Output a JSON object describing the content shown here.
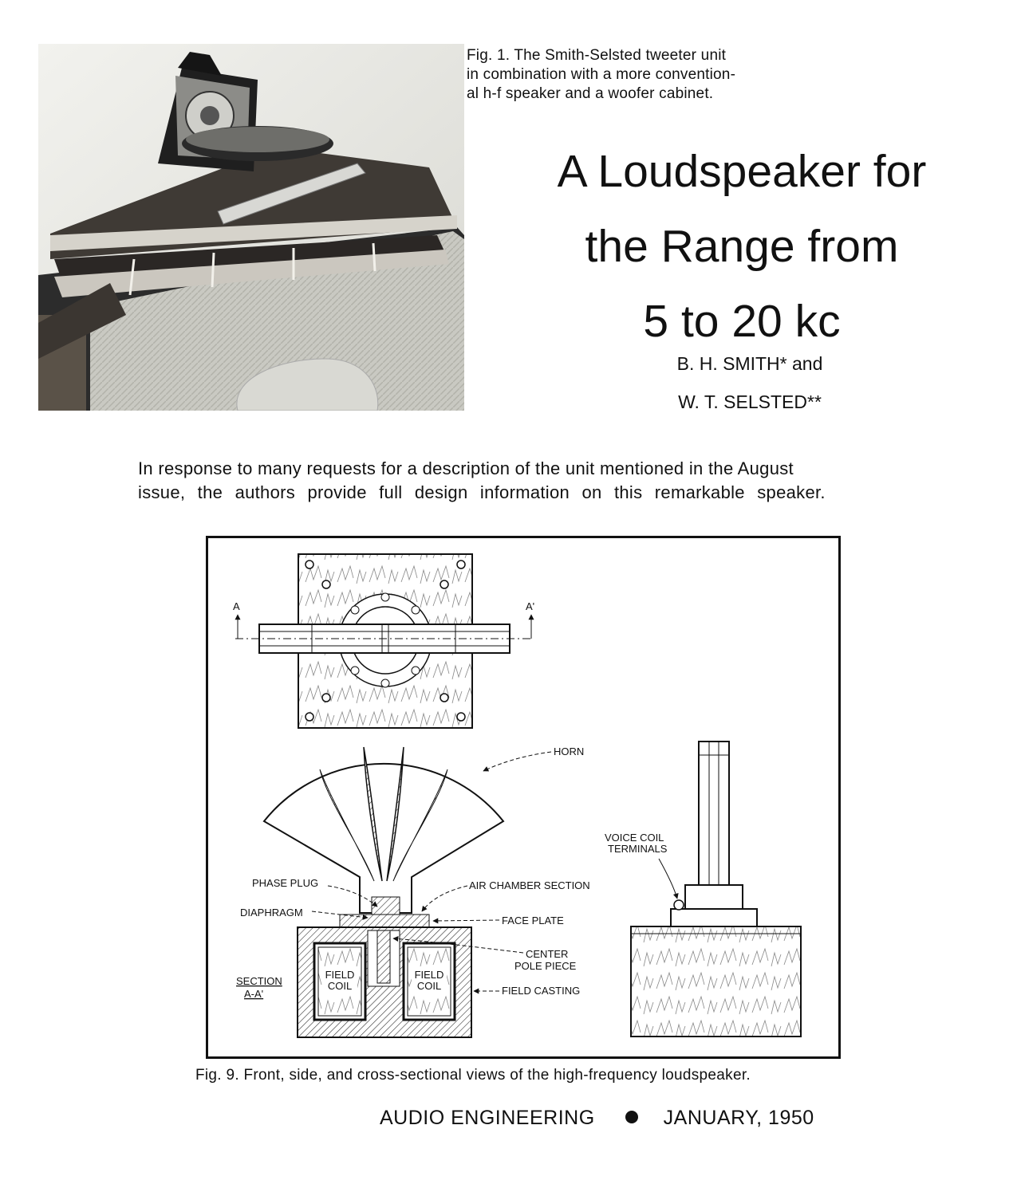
{
  "fig1": {
    "caption_lines": [
      "Fig. 1.  The Smith-Selsted tweeter unit",
      "in combination with a more convention-",
      "al h-f speaker and a woofer cabinet."
    ]
  },
  "article": {
    "title_lines": [
      "A Loudspeaker for",
      "the Range from",
      "5 to 20 kc"
    ],
    "author1": "B. H. SMITH* and",
    "author2": "W. T. SELSTED**",
    "abstract_lines": [
      "In response to many requests for a description of the unit mentioned in the August",
      "issue, the authors provide full design information on this remarkable speaker."
    ]
  },
  "diagram": {
    "labels": {
      "section_a": "A",
      "section_a_prime": "A'",
      "horn": "HORN",
      "voice_coil_1": "VOICE COIL",
      "voice_coil_2": "TERMINALS",
      "phase_plug": "PHASE PLUG",
      "air_chamber": "AIR CHAMBER SECTION",
      "diaphragm": "DIAPHRAGM",
      "face_plate": "FACE PLATE",
      "center_pole_1": "CENTER",
      "center_pole_2": "POLE PIECE",
      "section_1": "SECTION",
      "section_2": "A-A'",
      "field_coil_top": "FIELD",
      "field_coil_bottom": "COIL",
      "field_casting": "FIELD CASTING"
    }
  },
  "fig9": {
    "caption": "Fig. 9.  Front, side, and cross-sectional views of the high-frequency loudspeaker."
  },
  "footer": {
    "publication": "AUDIO ENGINEERING",
    "date": "JANUARY, 1950"
  }
}
